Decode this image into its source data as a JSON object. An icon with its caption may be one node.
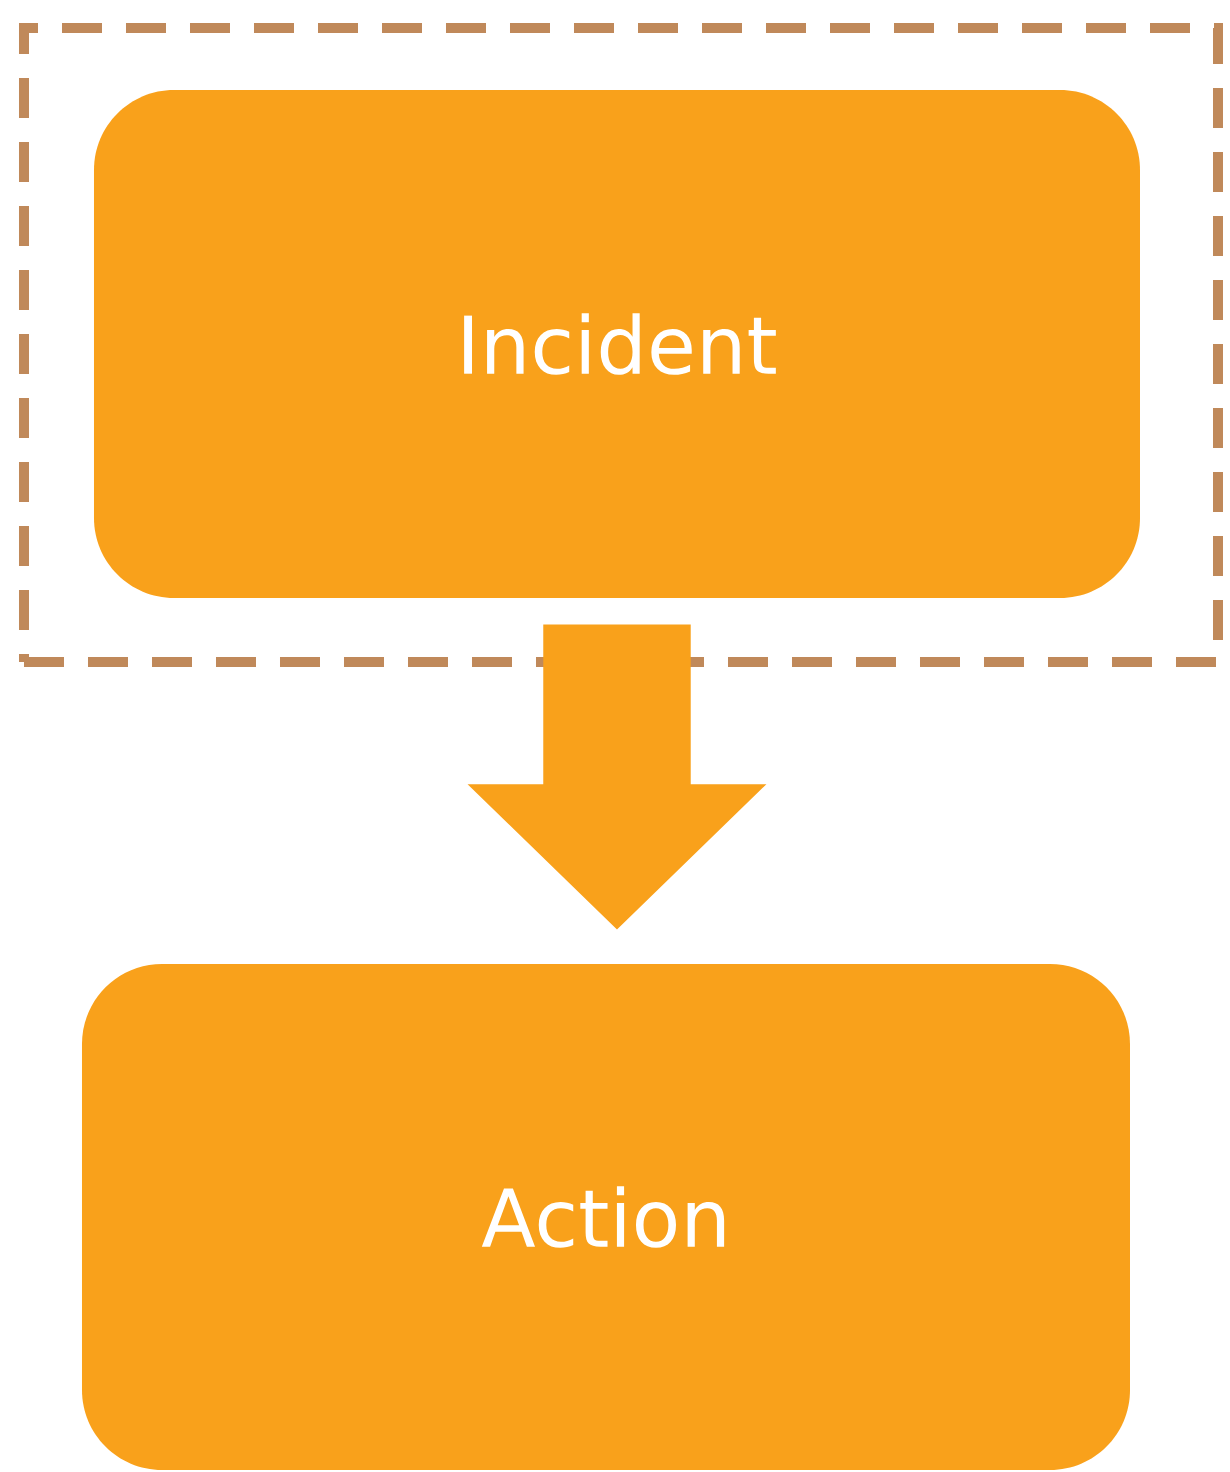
{
  "diagram": {
    "nodes": [
      {
        "text": [],
        "shape": "box"
      },
      {
        "text": [
          "Incident"
        ],
        "in": 0
      },
      {
        "text": [
          "Action"
        ]
      }
    ],
    "edges": [
      {
        "from": 1,
        "to": 2,
        "arrow": "to"
      }
    ]
  }
}
